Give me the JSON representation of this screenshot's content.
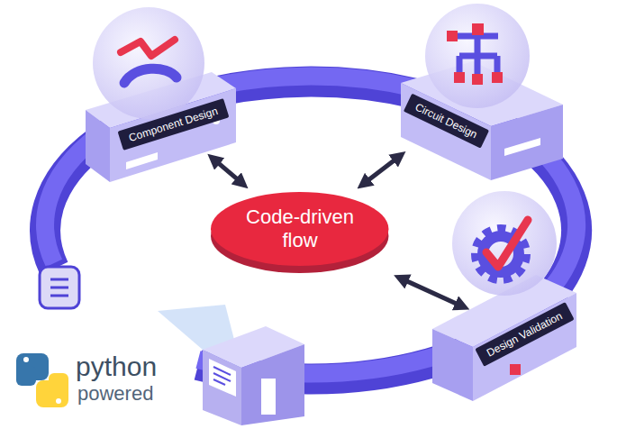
{
  "diagram": {
    "nodes": [
      {
        "text": [
          "Component Design"
        ]
      },
      {
        "text": [
          "Circuit Design"
        ]
      },
      {
        "text": [
          "Code-driven flow"
        ]
      },
      {
        "text": [
          "Design Validation"
        ]
      }
    ],
    "edges": [
      {
        "from": 2,
        "to": 0,
        "arrow": "both"
      },
      {
        "from": 2,
        "to": 1,
        "arrow": "both"
      },
      {
        "from": 2,
        "to": 3,
        "arrow": "both"
      }
    ],
    "labels": [
      "python",
      "powered"
    ]
  }
}
